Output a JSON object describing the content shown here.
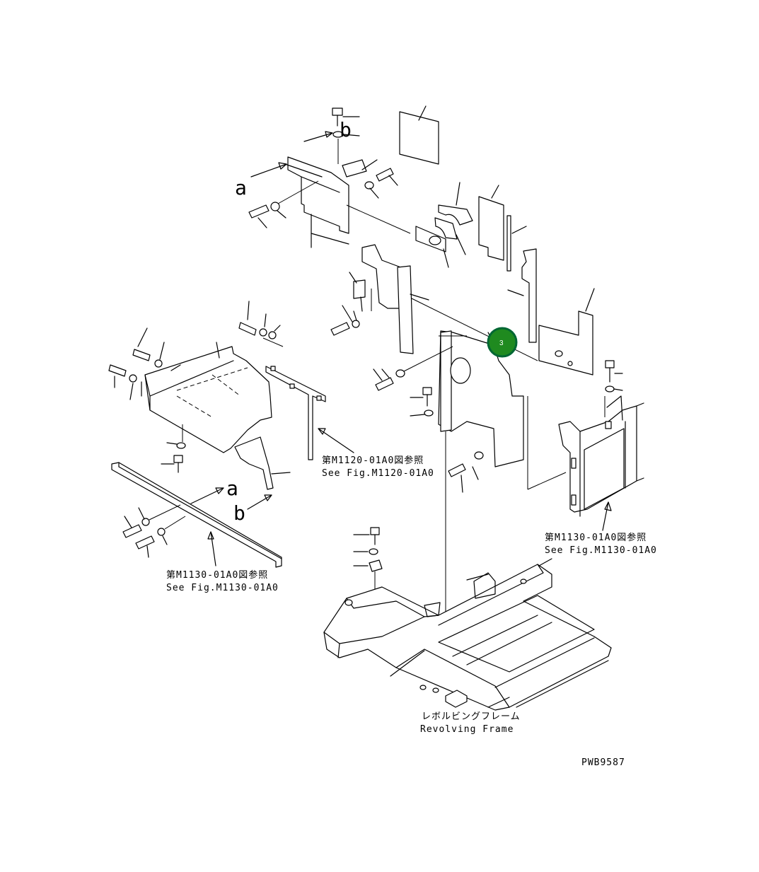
{
  "labels": {
    "a_top": "a",
    "b_top": "b",
    "a_left": "a",
    "b_left": "b",
    "ref_m1120_jp": "第M1120-01A0図参照",
    "ref_m1120_en": "See Fig.M1120-01A0",
    "ref_m1130_right_jp": "第M1130-01A0図参照",
    "ref_m1130_right_en": "See Fig.M1130-01A0",
    "ref_m1130_left_jp": "第M1130-01A0図参照",
    "ref_m1130_left_en": "See Fig.M1130-01A0",
    "frame_jp": "レボルビングフレーム",
    "frame_en": "Revolving Frame",
    "drawing_code": "PWB9587"
  },
  "callouts": [
    {
      "number": "3",
      "color": "#1f8a1f"
    }
  ]
}
